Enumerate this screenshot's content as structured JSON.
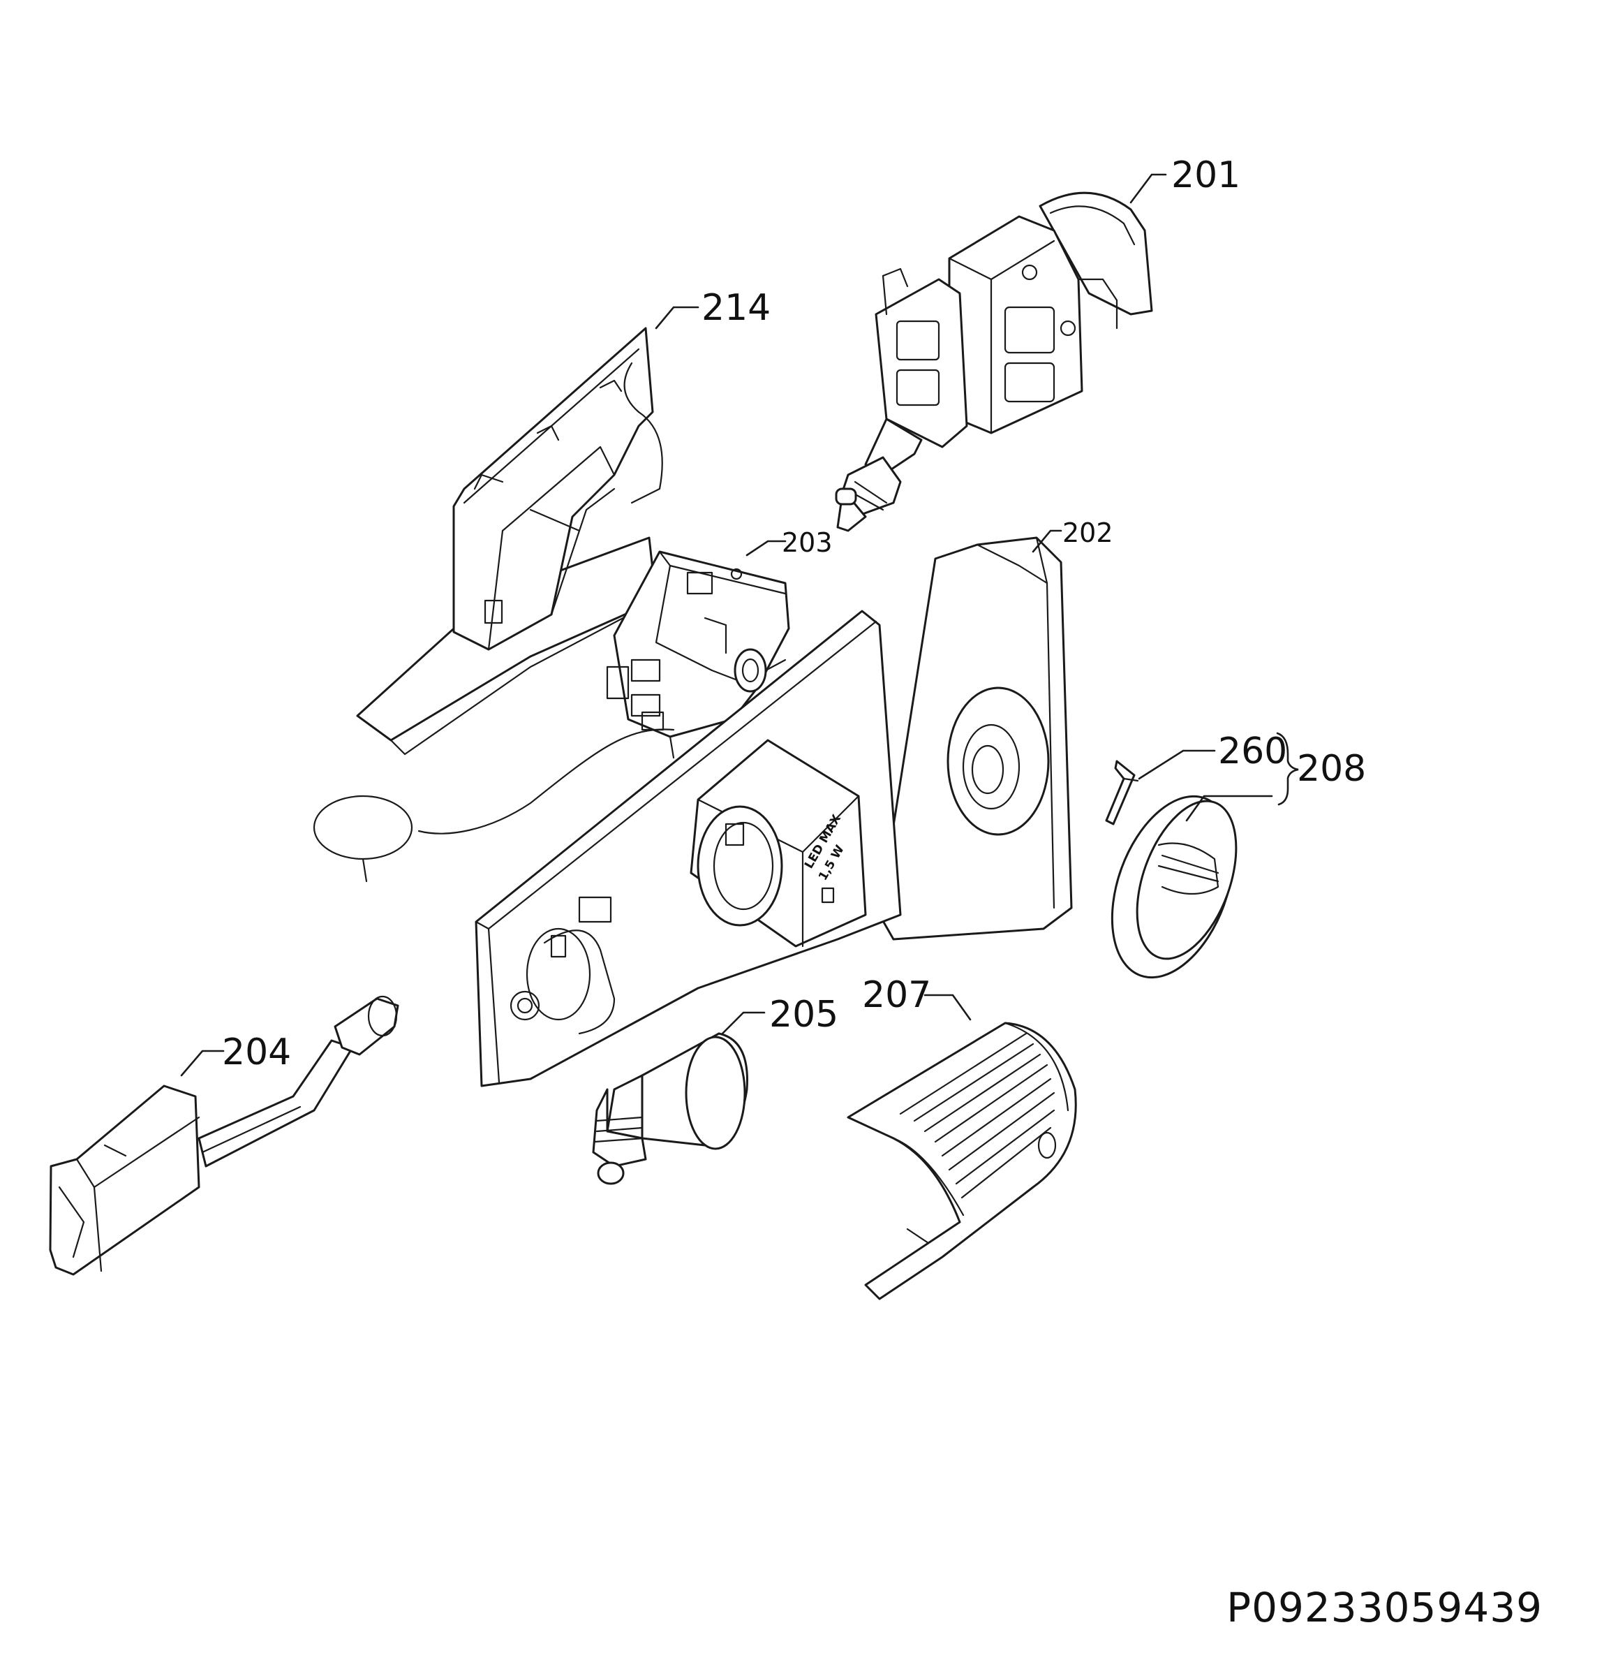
{
  "callouts": {
    "p201": "201",
    "p202": "202",
    "p203": "203",
    "p204": "204",
    "p205": "205",
    "p207": "207",
    "p208": "208",
    "p214": "214",
    "p260": "260"
  },
  "housing_marking": {
    "line1": "LED MAX",
    "line2": "1,5 W"
  },
  "drawing_code": "P09233059439",
  "colors": {
    "line": "#1a1a1a",
    "background": "#ffffff"
  }
}
